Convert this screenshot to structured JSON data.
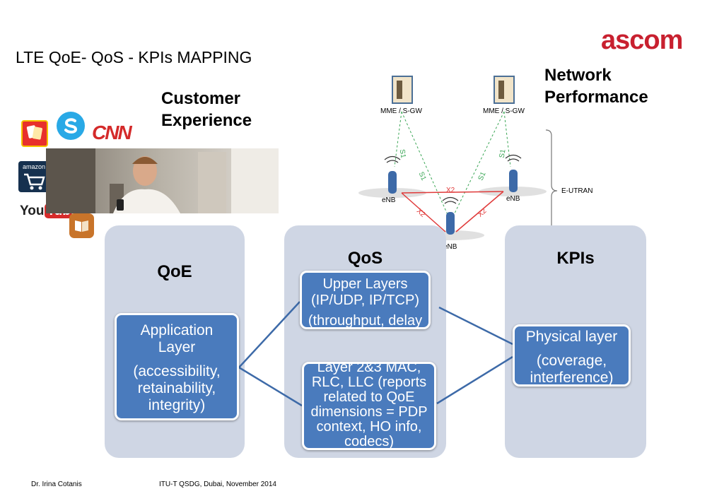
{
  "slide": {
    "title": "LTE QoE- QoS - KPIs MAPPING",
    "logo": "ascom",
    "customer_experience": [
      "Customer",
      "Experience"
    ],
    "network_performance": [
      "Network",
      "Performance"
    ]
  },
  "app_icons": {
    "amazon": "amazon",
    "youtube_you": "You",
    "youtube_tube": "Tube",
    "cnn": "CNN"
  },
  "network": {
    "mme_left": "MME / S-GW",
    "mme_right": "MME / S-GW",
    "enb_left": "eNB",
    "enb_right": "eNB",
    "enb_bottom": "eNB",
    "eutran": "E-UTRAN",
    "s1": "S1",
    "x2": "X2"
  },
  "panels": {
    "qoe": {
      "title": "QoE",
      "box_lines": [
        "Application",
        "Layer",
        "(accessibility,",
        "retainability,",
        "integrity)"
      ]
    },
    "qos": {
      "title": "QoS",
      "upper_lines": [
        "Upper Layers",
        "(IP/UDP, IP/TCP)",
        "(throughput, delay"
      ],
      "lower_lines": [
        "Layer 2&3 MAC,",
        "RLC, LLC (reports",
        "related to QoE",
        "dimensions = PDP",
        "context, HO info,",
        "codecs)"
      ]
    },
    "kpis": {
      "title": "KPIs",
      "box_lines": [
        "Physical layer",
        "(coverage,",
        "interference)"
      ]
    }
  },
  "footer": {
    "author": "Dr. Irina Cotanis",
    "event": "ITU-T QSDG, Dubai, November  2014"
  },
  "colors": {
    "logo": "#c8202f",
    "box": "#4a7bbd",
    "panel": "#cfd6e4",
    "connector": "#3d6aa8",
    "s1_link": "#3aa655",
    "x2_link": "#e03a3a"
  }
}
